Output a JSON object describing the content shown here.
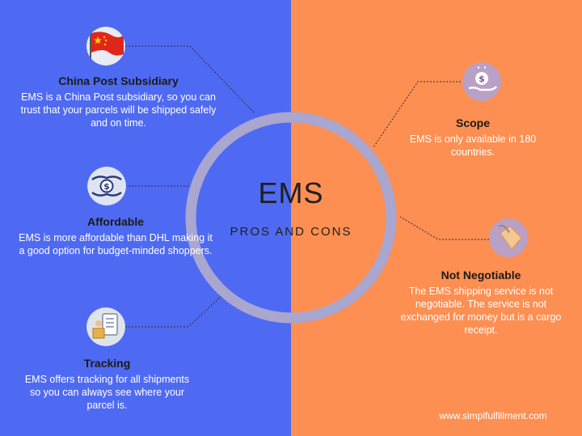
{
  "center": {
    "title": "EMS",
    "subtitle": "PROS AND CONS"
  },
  "pros": [
    {
      "heading": "China Post Subsidiary",
      "body": "EMS is a China Post subsidiary, so you can trust that your parcels will be shipped safely and on time.",
      "icon": "china-flag-icon"
    },
    {
      "heading": "Affordable",
      "body": "EMS is more affordable than DHL making it a good option for budget-minded shoppers.",
      "icon": "money-hand-icon"
    },
    {
      "heading": "Tracking",
      "body": "EMS offers tracking for all shipments so you can always see where your parcel is.",
      "icon": "tracking-checklist-icon"
    }
  ],
  "cons": [
    {
      "heading": "Scope",
      "body": "EMS is only available in 180 countries.",
      "icon": "coin-hand-icon"
    },
    {
      "heading": "Not Negotiable",
      "body": "The EMS shipping service is not negotiable. The service is not exchanged for money but is a cargo receipt.",
      "icon": "price-tag-icon"
    }
  ],
  "footer": {
    "url": "www.simplfulfillment.com"
  },
  "colors": {
    "left_panel": "#4f6af2",
    "right_panel": "#fd8f52",
    "ring": "#a9a6cf",
    "heading": "#1a1a1a",
    "body_text": "#ffffff"
  }
}
